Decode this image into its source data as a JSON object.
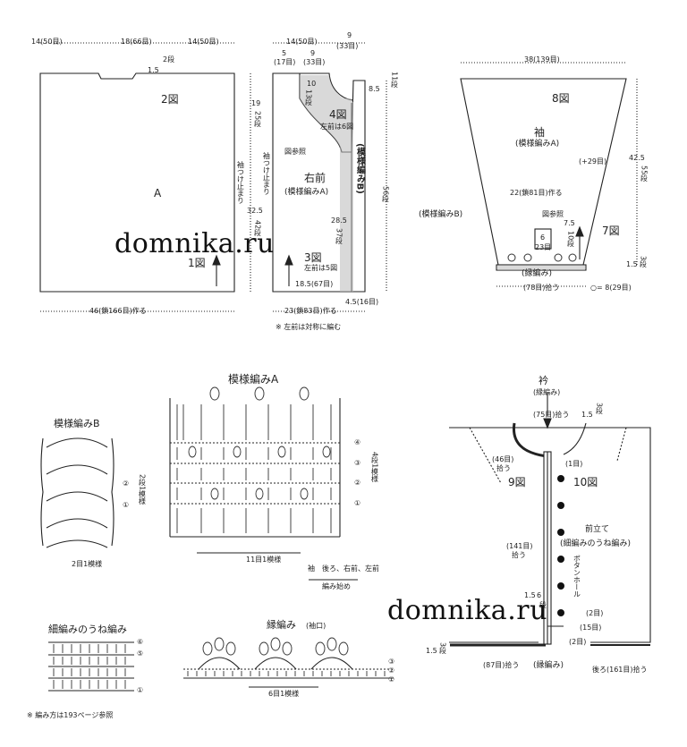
{
  "watermark": "domnika.ru",
  "back": {
    "dims": [
      "14(50目)",
      "18(66目)",
      "14(50目)"
    ],
    "neck": "1.5",
    "neck_rows": "2段",
    "fig": "2図",
    "pattern": "A",
    "fig1": "1図",
    "bottom": "46(鎖166目)作る",
    "armhole_note": "袖つけ止まり",
    "h1": "19",
    "h1_rows": "25段",
    "h2": "32.5",
    "h2_rows": "42段"
  },
  "front": {
    "top": "14(50目)",
    "top2": "9",
    "top2_sts": "(33目)",
    "a": "5",
    "a_sts": "(17目)",
    "b": "9",
    "b_sts": "(33目)",
    "c": "10",
    "c_rows": "13段",
    "fig4": "4図",
    "left_note": "左前は6図",
    "see": "図参照",
    "title": "右前",
    "pattern": "(模様編みA)",
    "band": "(模様編みB)",
    "armhole_note": "袖つけ止まり",
    "h8": "8.5",
    "h8_rows": "11段",
    "h56": "56段",
    "d": "28.5",
    "d_rows": "37段",
    "fig3": "3図",
    "left_note2": "左前は5図",
    "e": "18.5(67目)",
    "f": "4.5(16目)",
    "bottom": "23(鎖83目)作る",
    "note": "※ 左前は対称に編む"
  },
  "sleeve": {
    "top": "38(139目)",
    "fig": "8図",
    "title": "袖",
    "pattern": "(模様編みA)",
    "inc": "(+29目)",
    "h": "42.5",
    "h_rows": "55段",
    "chain": "22(鎖81目)作る",
    "b": "(模様編みB)",
    "see": "図参照",
    "n75": "7.5",
    "n10": "10段",
    "n6": "6",
    "n23": "23目",
    "fig7": "7図",
    "edge": "(縁編み)",
    "edge_h": "1.5",
    "edge_rows": "3段",
    "bottom": "(78目)拾う",
    "button": "○= 8(29目)"
  },
  "stitchB": {
    "title": "模様編みB",
    "rows": "2段1模様",
    "bottom": "2目1模様",
    "r1": "①",
    "r2": "②"
  },
  "stitchA": {
    "title": "模様編みA",
    "rows": "4段1模様",
    "repeat": "11目1模様",
    "notes": "袖　後ろ、右前、左前",
    "start": "編み始め",
    "r1": "①",
    "r2": "②",
    "r3": "③",
    "r4": "④"
  },
  "collar": {
    "title": "衿",
    "title2": "(縁編み)",
    "top": "(75目)拾う",
    "t15": "1.5",
    "t3": "3段",
    "n46": "(46目)",
    "n46b": "拾う",
    "one": "(1目)",
    "fig9": "9図",
    "fig10": "10図",
    "front": "前立て",
    "front2": "(細編みのうね編み)",
    "n141": "(141目)",
    "n141b": "拾う",
    "bh": "ボタンホール",
    "bh2": "(2目)",
    "n15": "(15目)",
    "n2": "(2目)",
    "l15": "1.5",
    "l6": "6",
    "l6b": "段",
    "bl15": "1.5",
    "bl3": "3段",
    "b87": "(87目)拾う",
    "edge": "(縁編み)",
    "back161": "後ろ(161目)拾う"
  },
  "rib": {
    "title": "細編みのうね編み",
    "note": "※ 編み方は193ページ参照",
    "r1": "①",
    "r5": "⑤",
    "r6": "⑥"
  },
  "edge": {
    "title": "縁編み",
    "sub": "(袖口)",
    "repeat": "6目1模様",
    "r1": "①",
    "r2": "②",
    "r3": "③"
  }
}
